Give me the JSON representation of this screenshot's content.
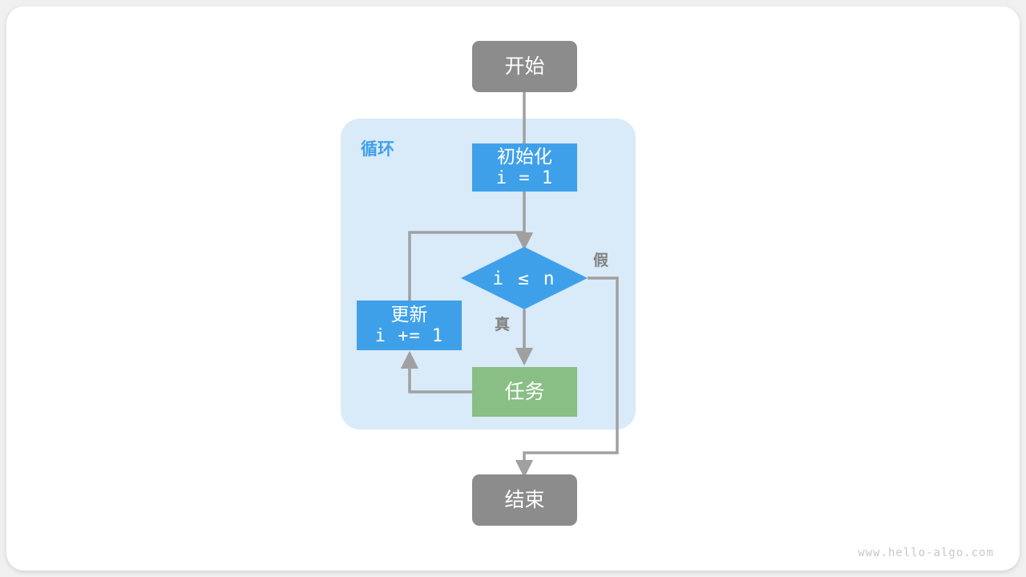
{
  "diagram": {
    "title": "for-loop-flowchart",
    "watermark": "www.hello-algo.com",
    "colors": {
      "terminal": "#8c8c8c",
      "process": "#3fa0ea",
      "task": "#89be85",
      "group_bg": "#d9eaf9",
      "group_label": "#3fa0ea",
      "edge": "#a0a0a0",
      "card_bg": "#ffffff",
      "page_bg": "#f0f0f0"
    },
    "group": {
      "label": "循环"
    },
    "nodes": {
      "start": {
        "label": "开始",
        "shape": "terminal"
      },
      "init": {
        "line1": "初始化",
        "line2": "i = 1",
        "shape": "rect"
      },
      "condition": {
        "label": "i ≤ n",
        "shape": "diamond"
      },
      "task": {
        "label": "任务",
        "shape": "rect"
      },
      "update": {
        "line1": "更新",
        "line2": "i += 1",
        "shape": "rect"
      },
      "end": {
        "label": "结束",
        "shape": "terminal"
      }
    },
    "edge_labels": {
      "true": "真",
      "false": "假"
    }
  }
}
